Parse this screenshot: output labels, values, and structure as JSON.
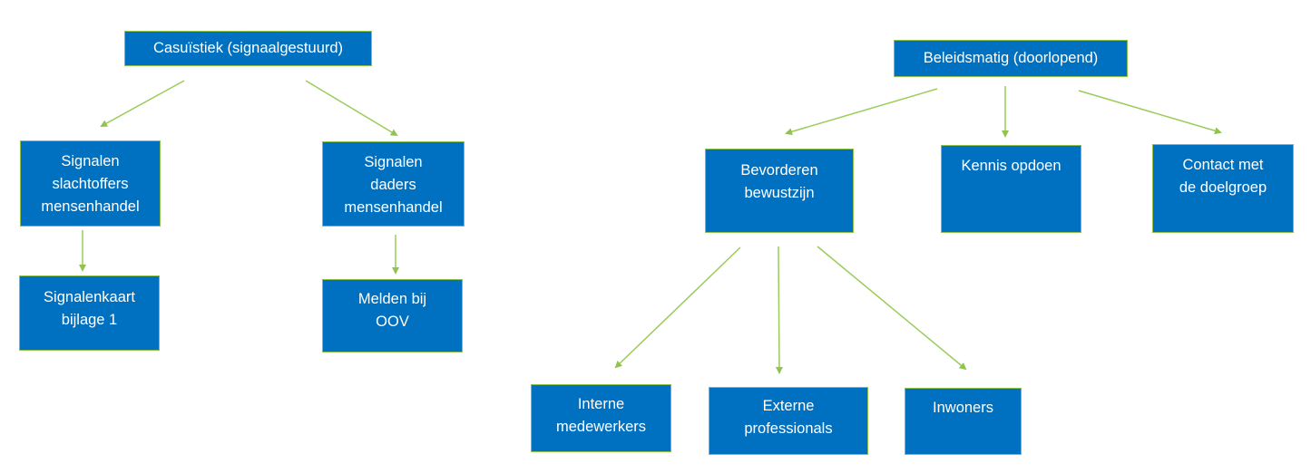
{
  "diagram": {
    "colors": {
      "box_fill": "#0070C0",
      "box_border": "#8DBF4B",
      "arrow": "#9BCB5A",
      "text": "#FFFFFF"
    },
    "left_tree": {
      "root": "Casuïstiek (signaalgestuurd)",
      "branches": [
        {
          "label": "Signalen\nslachtoffers\nmensenhandel",
          "child": "Signalenkaart\nbijlage 1"
        },
        {
          "label": "Signalen\ndaders\nmensenhandel",
          "child": "Melden bij\nOOV"
        }
      ]
    },
    "right_tree": {
      "root": "Beleidsmatig (doorlopend)",
      "branches": [
        {
          "label": "Bevorderen\nbewustzijn",
          "children": [
            "Interne\nmedewerkers",
            "Externe\nprofessionals",
            "Inwoners"
          ]
        },
        {
          "label": "Kennis opdoen"
        },
        {
          "label": "Contact met\nde doelgroep"
        }
      ]
    }
  }
}
